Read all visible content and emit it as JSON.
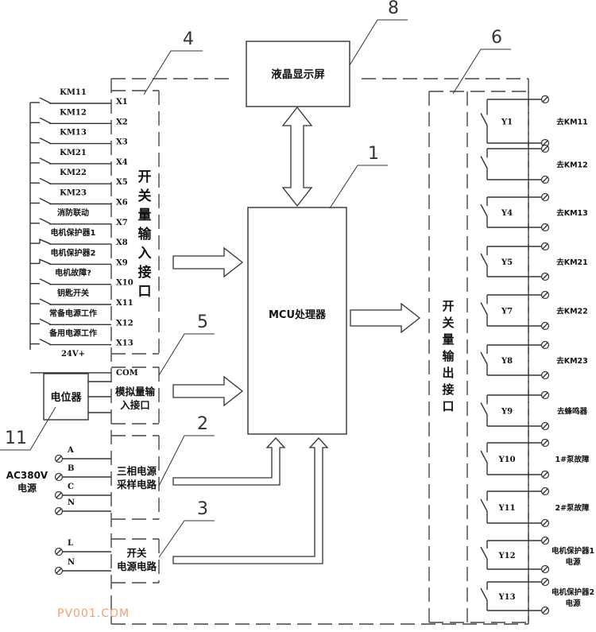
{
  "blocks": {
    "lcd": "液晶显示屏",
    "mcu": "MCU处理器",
    "di_interface": "开关量输入接口",
    "do_interface": "开关量输出接口",
    "ai_interface_line1": "模拟量输",
    "ai_interface_line2": "入接口",
    "three_phase_line1": "三相电源",
    "three_phase_line2": "采样电路",
    "switch_power_line1": "开关",
    "switch_power_line2": "电源电路",
    "potentiometer": "电位器"
  },
  "callouts": [
    "1",
    "2",
    "3",
    "4",
    "5",
    "6",
    "8",
    "11"
  ],
  "inputs": [
    {
      "label": "KM11",
      "terminal": "X1"
    },
    {
      "label": "KM12",
      "terminal": "X2"
    },
    {
      "label": "KM13",
      "terminal": "X3"
    },
    {
      "label": "KM21",
      "terminal": "X4"
    },
    {
      "label": "KM22",
      "terminal": "X5"
    },
    {
      "label": "KM23",
      "terminal": "X6"
    },
    {
      "label": "消防联动",
      "terminal": "X7"
    },
    {
      "label": "电机保护器1",
      "terminal": "X8"
    },
    {
      "label": "电机保护器2",
      "terminal": "X9"
    },
    {
      "label": "电机故障?",
      "terminal": "X10"
    },
    {
      "label": "钥匙开关",
      "terminal": "X11"
    },
    {
      "label": "常备电源工作",
      "terminal": "X12"
    },
    {
      "label": "备用电源工作",
      "terminal": "X13"
    },
    {
      "label": "24V+",
      "terminal": "COM"
    }
  ],
  "ac_source": {
    "label_line1": "AC380V",
    "label_line2": "电源",
    "phases": [
      "A",
      "B",
      "C",
      "N"
    ]
  },
  "dc_source": {
    "lines": [
      "L",
      "N"
    ]
  },
  "outputs": [
    {
      "relay": "Y1",
      "target": "去KM11"
    },
    {
      "relay": "",
      "target": "去KM12"
    },
    {
      "relay": "Y4",
      "target": "去KM13"
    },
    {
      "relay": "Y5",
      "target": "去KM21"
    },
    {
      "relay": "Y7",
      "target": "去KM22"
    },
    {
      "relay": "Y8",
      "target": "去KM23"
    },
    {
      "relay": "Y9",
      "target": "去蜂鸣器"
    },
    {
      "relay": "Y10",
      "target": "1#泵故障"
    },
    {
      "relay": "Y11",
      "target": "2#泵故障"
    },
    {
      "relay": "Y12",
      "target": "电机保护器1",
      "target2": "电源"
    },
    {
      "relay": "Y13",
      "target": "电机保护器2",
      "target2": "电源"
    }
  ],
  "watermark": "PV001.COM"
}
